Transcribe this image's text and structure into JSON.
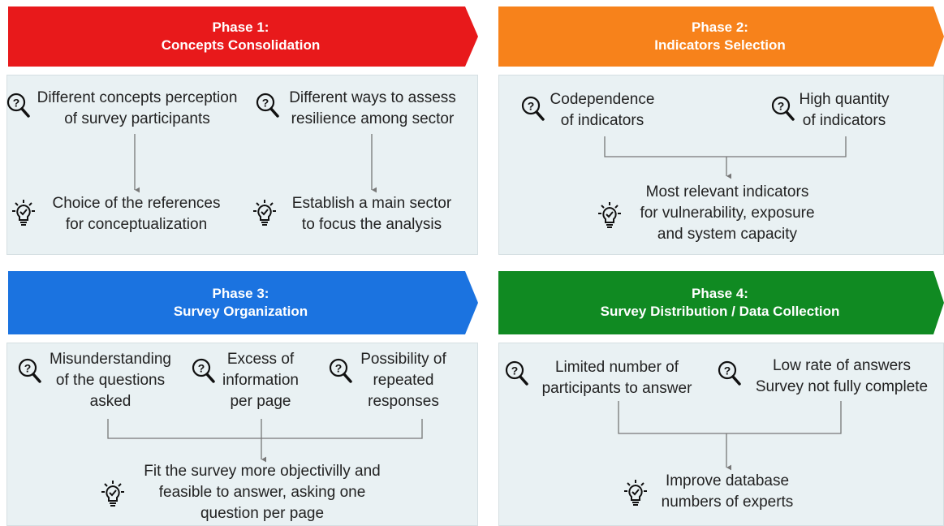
{
  "colors": {
    "phase1": "#e8191b",
    "phase2": "#f7821b",
    "phase3": "#1b73e0",
    "phase4": "#108a22",
    "panel": "#e9f1f3",
    "line": "#777777"
  },
  "icons": {
    "problem": "magnifier-question-icon",
    "solution": "lightbulb-check-icon"
  },
  "phase1": {
    "label": "Phase 1:",
    "title": "Concepts Consolidation",
    "issues": [
      {
        "line1": "Different concepts perception",
        "line2": "of survey participants"
      },
      {
        "line1": "Different ways to assess",
        "line2": "resilience among sector"
      }
    ],
    "solutions": [
      {
        "line1": "Choice of the references",
        "line2": "for conceptualization"
      },
      {
        "line1": "Establish a main sector",
        "line2": "to focus the analysis"
      }
    ]
  },
  "phase2": {
    "label": "Phase 2:",
    "title": "Indicators Selection",
    "issues": [
      {
        "line1": "Codependence",
        "line2": "of indicators"
      },
      {
        "line1": "High quantity",
        "line2": "of indicators"
      }
    ],
    "solution": {
      "line1": "Most relevant indicators",
      "line2": "for vulnerability, exposure",
      "line3": "and system capacity"
    }
  },
  "phase3": {
    "label": "Phase 3:",
    "title": "Survey Organization",
    "issues": [
      {
        "line1": "Misunderstanding",
        "line2": "of the questions",
        "line3": "asked"
      },
      {
        "line1": "Excess of",
        "line2": "information",
        "line3": "per page"
      },
      {
        "line1": "Possibility of",
        "line2": "repeated",
        "line3": "responses"
      }
    ],
    "solution": {
      "line1": "Fit the survey more objectivilly and",
      "line2": "feasible to answer, asking one",
      "line3": "question per page"
    }
  },
  "phase4": {
    "label": "Phase 4:",
    "title": "Survey Distribution / Data Collection",
    "issues": [
      {
        "line1": "Limited number of",
        "line2": "participants to answer"
      },
      {
        "line1": "Low rate of answers",
        "line2": "Survey not fully complete"
      }
    ],
    "solution": {
      "line1": "Improve database",
      "line2": "numbers of experts"
    }
  }
}
